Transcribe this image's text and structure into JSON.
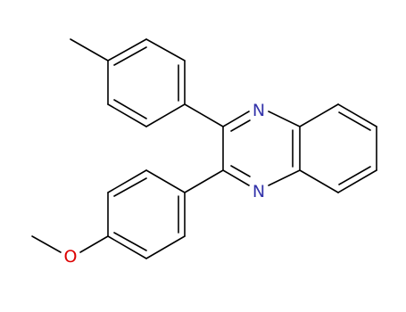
{
  "structure": {
    "atoms": {
      "n_top": "N",
      "n_bottom": "N",
      "o_methoxy": "O"
    },
    "colors": {
      "bond": "#000000",
      "nitrogen": "#3333aa",
      "oxygen": "#dd0000"
    }
  }
}
